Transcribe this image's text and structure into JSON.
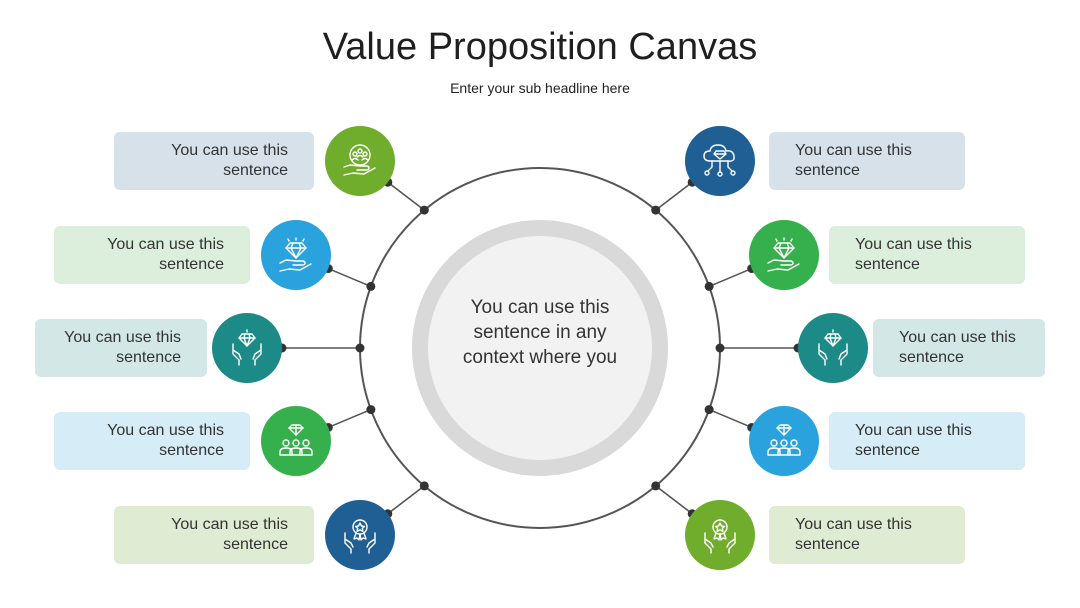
{
  "title": "Value Proposition Canvas",
  "subtitle": "Enter your sub headline here",
  "center_text": "You can use this sentence in any context where you",
  "colors": {
    "dark_blue": "#1f5f93",
    "light_green": "#70ad2c",
    "sky_blue": "#2aa2dd",
    "teal": "#1c8a86",
    "mid_green": "#36b04c",
    "ring": "#555555",
    "inner_ring": "#d9d9d9",
    "inner_fill": "#f2f2f2"
  },
  "left_items": [
    {
      "label": "You can use this sentence",
      "icon": "people-in-hand-icon",
      "color": "#70ad2c",
      "box": "#d6e1ea"
    },
    {
      "label": "You can use this sentence",
      "icon": "diamond-in-hand-icon",
      "color": "#2aa2dd",
      "box": "#dcefdd"
    },
    {
      "label": "You can use this sentence",
      "icon": "diamond-hands-icon",
      "color": "#1c8a86",
      "box": "#d3e8e6"
    },
    {
      "label": "You can use this sentence",
      "icon": "diamond-team-icon",
      "color": "#36b04c",
      "box": "#d6ecf6"
    },
    {
      "label": "You can use this sentence",
      "icon": "award-hands-icon",
      "color": "#1f5f93",
      "box": "#e0ebd3"
    }
  ],
  "right_items": [
    {
      "label": "You can use this sentence",
      "icon": "cloud-diamond-icon",
      "color": "#1f5f93",
      "box": "#d6e1ea"
    },
    {
      "label": "You can use this sentence",
      "icon": "diamond-in-hand-icon",
      "color": "#36b04c",
      "box": "#dcefdd"
    },
    {
      "label": "You can use this sentence",
      "icon": "diamond-hands-icon",
      "color": "#1c8a86",
      "box": "#d3e8e6"
    },
    {
      "label": "You can use this sentence",
      "icon": "diamond-team-icon",
      "color": "#2aa2dd",
      "box": "#d6ecf6"
    },
    {
      "label": "You can use this sentence",
      "icon": "award-hands-icon",
      "color": "#70ad2c",
      "box": "#e0ebd3"
    }
  ]
}
